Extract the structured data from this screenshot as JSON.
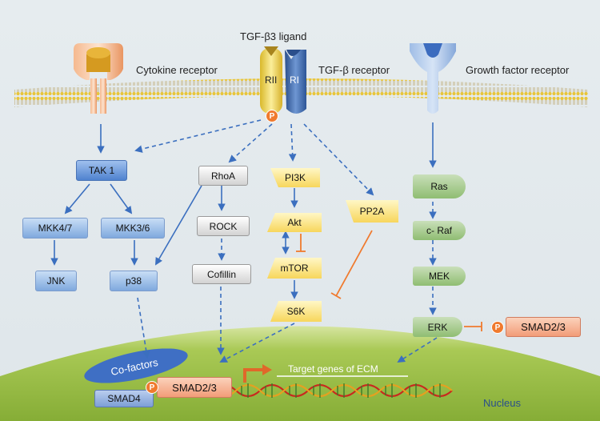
{
  "ligand_label": "TGF-β3 ligand",
  "receptors": {
    "cytokine": "Cytokine receptor",
    "tgfb": "TGF-β receptor",
    "growth_factor": "Growth factor receptor",
    "rii": "RII",
    "ri": "RI",
    "phospho": "P"
  },
  "nodes": {
    "tak1": "TAK 1",
    "mkk47": "MKK4/7",
    "mkk36": "MKK3/6",
    "jnk": "JNK",
    "p38": "p38",
    "rhoa": "RhoA",
    "rock": "ROCK",
    "cofillin": "Cofillin",
    "pi3k": "PI3K",
    "akt": "Akt",
    "mtor": "mTOR",
    "s6k": "S6K",
    "pp2a": "PP2A",
    "ras": "Ras",
    "craf": "c- Raf",
    "mek": "MEK",
    "erk": "ERK",
    "smad23_right": "SMAD2/3"
  },
  "nucleus": {
    "label": "Nucleus",
    "cofactors": "Co-factors",
    "smad4": "SMAD4",
    "smad23": "SMAD2/3",
    "target_genes": "Target genes of ECM"
  },
  "colors": {
    "membrane": "#e8c53a",
    "nucleus": "#9cc04a",
    "arrow": "#3b6fbf",
    "inhibit": "#f07a2e"
  }
}
